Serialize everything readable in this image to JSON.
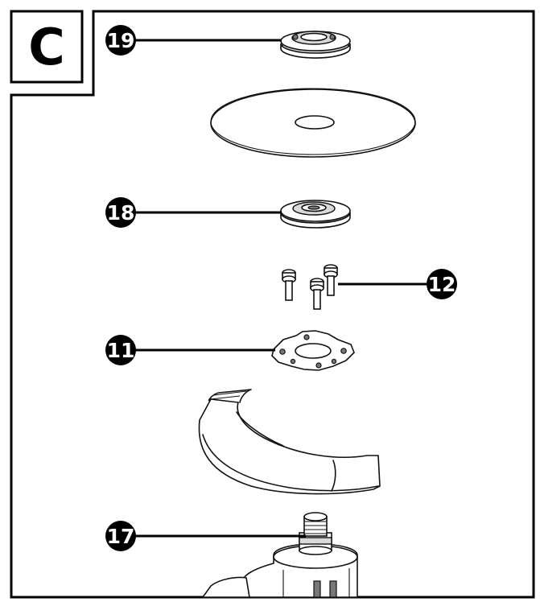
{
  "panel": {
    "letter": "C"
  },
  "callouts": [
    {
      "id": "19",
      "label": "19"
    },
    {
      "id": "18",
      "label": "18"
    },
    {
      "id": "12",
      "label": "12"
    },
    {
      "id": "11",
      "label": "11"
    },
    {
      "id": "17",
      "label": "17"
    }
  ],
  "colors": {
    "ink": "#000000",
    "background": "#ffffff",
    "part_fill": "#d9d9d9"
  }
}
